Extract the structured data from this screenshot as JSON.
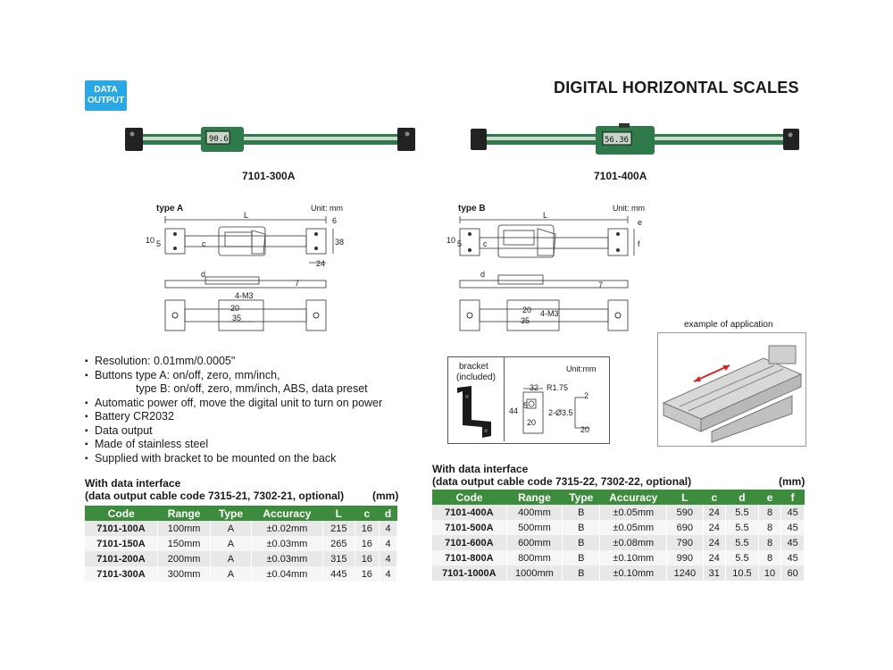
{
  "badge": {
    "line1": "DATA",
    "line2": "OUTPUT"
  },
  "title": "DIGITAL HORIZONTAL SCALES",
  "products": {
    "left_model": "7101-300A",
    "right_model": "7101-400A"
  },
  "diagram_a": {
    "type": "type A",
    "unit": "Unit: mm",
    "dim_L": "L",
    "dim_6": "6",
    "dim_10": "10",
    "dim_5": "5",
    "dim_c": "c",
    "dim_38": "38",
    "dim_24": "24",
    "dim_d": "d",
    "dim_7": "7",
    "dim_4m3": "4-M3",
    "dim_20": "20",
    "dim_35": "35"
  },
  "diagram_b": {
    "type": "type B",
    "unit": "Unit: mm",
    "dim_L": "L",
    "dim_e": "e",
    "dim_10": "10",
    "dim_5": "5",
    "dim_c": "c",
    "dim_f": "f",
    "dim_d": "d",
    "dim_7": "7",
    "dim_20": "20",
    "dim_35": "35",
    "dim_4m3": "4-M3"
  },
  "bracket": {
    "label1": "bracket",
    "label2": "(included)",
    "unit": "Unit:mm",
    "dim_32": "32",
    "dim_r": "R1.75",
    "dim_2": "2",
    "dim_44": "44",
    "dim_5": "5",
    "dim_hole": "2-Ø3.5",
    "dim_20a": "20",
    "dim_20b": "20"
  },
  "application": {
    "label": "example of application"
  },
  "features": [
    "Resolution: 0.01mm/0.0005\"",
    "Buttons type A: on/off, zero, mm/inch,",
    "type B: on/off, zero, mm/inch, ABS, data preset",
    "Automatic power off, move the digital unit to turn on power",
    "Battery CR2032",
    "Data output",
    "Made of stainless steel",
    "Supplied with bracket to be mounted on the back"
  ],
  "table_a": {
    "heading1": "With data interface",
    "heading2": "(data output cable code 7315-21, 7302-21, optional)",
    "unit": "(mm)",
    "columns": [
      "Code",
      "Range",
      "Type",
      "Accuracy",
      "L",
      "c",
      "d"
    ],
    "rows": [
      [
        "7101-100A",
        "100mm",
        "A",
        "±0.02mm",
        "215",
        "16",
        "4"
      ],
      [
        "7101-150A",
        "150mm",
        "A",
        "±0.03mm",
        "265",
        "16",
        "4"
      ],
      [
        "7101-200A",
        "200mm",
        "A",
        "±0.03mm",
        "315",
        "16",
        "4"
      ],
      [
        "7101-300A",
        "300mm",
        "A",
        "±0.04mm",
        "445",
        "16",
        "4"
      ]
    ]
  },
  "table_b": {
    "heading1": "With data interface",
    "heading2": "(data output cable code 7315-22, 7302-22, optional)",
    "unit": "(mm)",
    "columns": [
      "Code",
      "Range",
      "Type",
      "Accuracy",
      "L",
      "c",
      "d",
      "e",
      "f"
    ],
    "rows": [
      [
        "7101-400A",
        "400mm",
        "B",
        "±0.05mm",
        "590",
        "24",
        "5.5",
        "8",
        "45"
      ],
      [
        "7101-500A",
        "500mm",
        "B",
        "±0.05mm",
        "690",
        "24",
        "5.5",
        "8",
        "45"
      ],
      [
        "7101-600A",
        "600mm",
        "B",
        "±0.08mm",
        "790",
        "24",
        "5.5",
        "8",
        "45"
      ],
      [
        "7101-800A",
        "800mm",
        "B",
        "±0.10mm",
        "990",
        "24",
        "5.5",
        "8",
        "45"
      ],
      [
        "7101-1000A",
        "1000mm",
        "B",
        "±0.10mm",
        "1240",
        "31",
        "10.5",
        "10",
        "60"
      ]
    ]
  },
  "colors": {
    "accent_green": "#3d8b3d",
    "badge_blue": "#2aa8e6",
    "scale_green": "#2f7a4a"
  }
}
